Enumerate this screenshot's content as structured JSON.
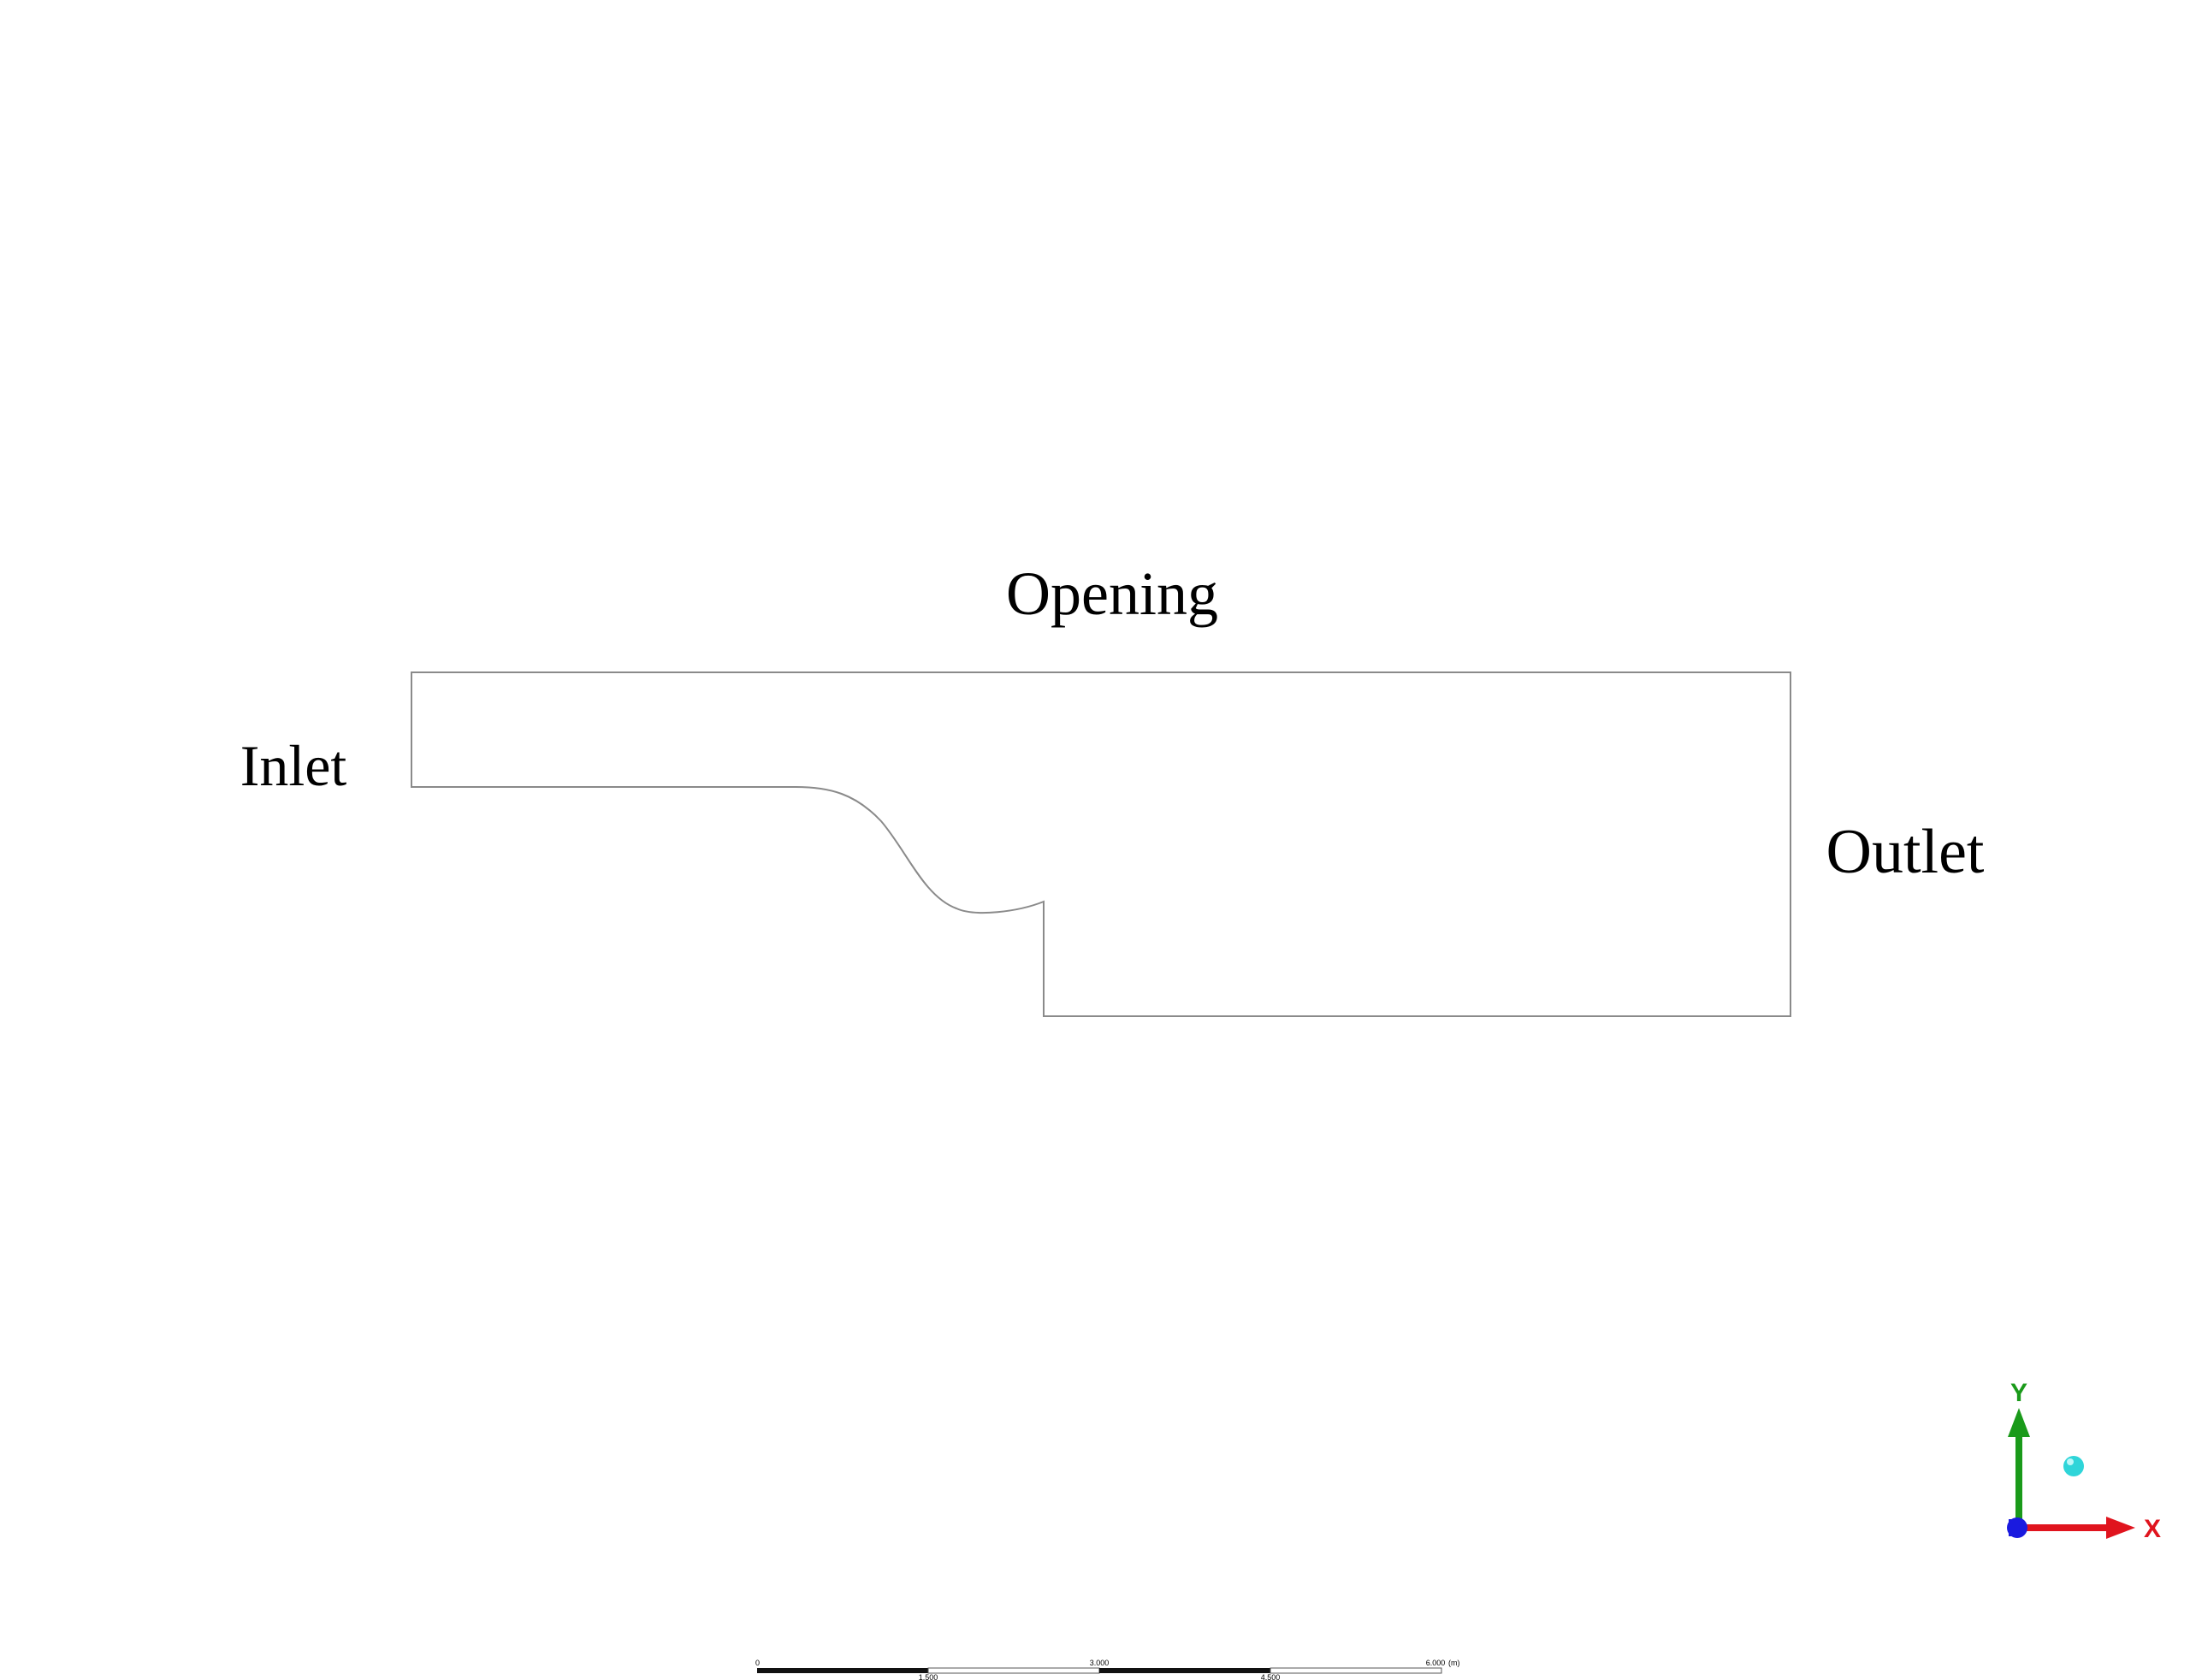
{
  "labels": {
    "opening": "Opening",
    "inlet": "Inlet",
    "outlet": "Outlet"
  },
  "scale_bar": {
    "ticks_top": [
      "0",
      "3.000",
      "6.000"
    ],
    "ticks_bottom": [
      "1.500",
      "4.500"
    ],
    "unit": "(m)"
  },
  "triad": {
    "x_label": "X",
    "y_label": "Y",
    "colors": {
      "x_axis": "#e0141e",
      "y_axis": "#1a9a1a",
      "origin": "#1a1adf",
      "iso_sphere": "#2fd5d9"
    }
  },
  "colors": {
    "outline": "#8a8a8a",
    "background": "#ffffff"
  }
}
